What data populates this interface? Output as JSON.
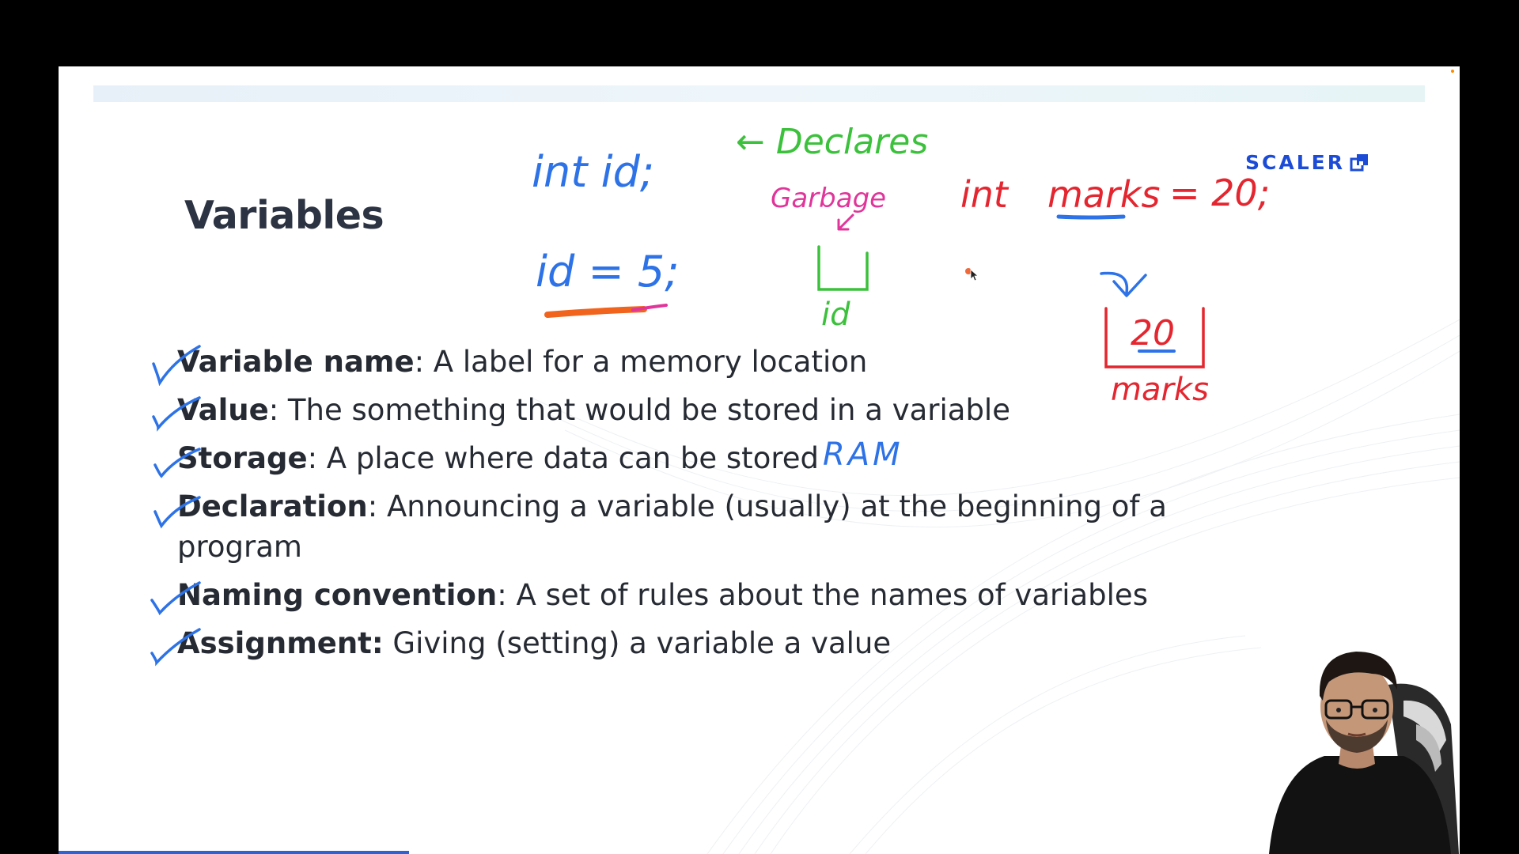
{
  "slide": {
    "title": "Variables",
    "brand": "SCALER",
    "bullets": [
      {
        "term": "Variable name",
        "text": ": A label for a memory location"
      },
      {
        "term": "Value",
        "text": ": The something that would be stored in a variable"
      },
      {
        "term": "Storage",
        "text": ": A place where data can be stored"
      },
      {
        "term": "Declaration",
        "text": ": Announcing a variable (usually) at the beginning of a program"
      },
      {
        "term": "Naming convention",
        "text": ": A set of rules about the names of variables"
      },
      {
        "term": "Assignment:",
        "text": " Giving (setting) a variable a value"
      }
    ]
  },
  "annotations": {
    "declare_stmt": "int  id;",
    "declares_label": "← Declares",
    "assign_stmt": "id = 5;",
    "garbage_label": "Garbage",
    "id_box_label": "id",
    "marks_decl_int": "int",
    "marks_decl_name": "marks",
    "marks_decl_rest": "= 20;",
    "marks_box_value": "20",
    "marks_box_label": "marks",
    "ram_label": "RAM"
  },
  "colors": {
    "brand_blue": "#1c4cd6",
    "ink_blue": "#2d72e6",
    "ink_green": "#3cc13c",
    "ink_pink": "#e0359a",
    "ink_red": "#e3262f",
    "ink_orange": "#f0641e",
    "title_text": "#2c3342",
    "progress": "#2b62d6"
  }
}
